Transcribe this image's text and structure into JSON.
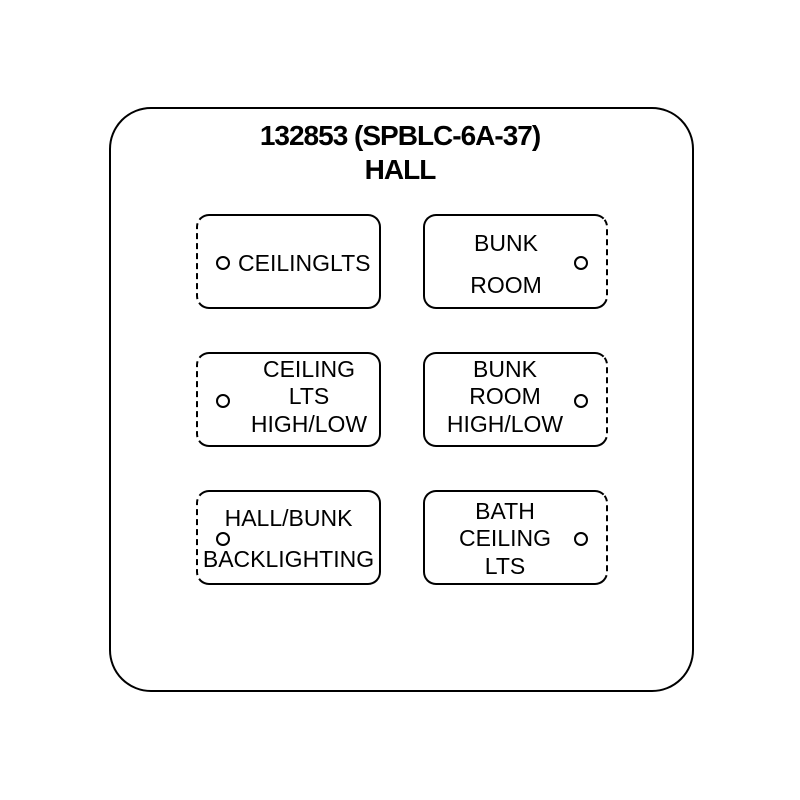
{
  "header": {
    "part_number": "132853 (SPBLC-6A-37)",
    "location": "HALL"
  },
  "buttons": [
    {
      "lines": [
        "CEILINGLTS"
      ],
      "lamp": "left"
    },
    {
      "lines": [
        "BUNK",
        "ROOM"
      ],
      "lamp": "right"
    },
    {
      "lines": [
        "CEILING",
        "LTS",
        "HIGH/LOW"
      ],
      "lamp": "left"
    },
    {
      "lines": [
        "BUNK",
        "ROOM",
        "HIGH/LOW"
      ],
      "lamp": "right"
    },
    {
      "lines": [
        "HALL/BUNK",
        "BACKLIGHTING"
      ],
      "lamp": "left"
    },
    {
      "lines": [
        "BATH",
        "CEILING",
        "LTS"
      ],
      "lamp": "right"
    }
  ],
  "colors": {
    "line": "#000000",
    "background": "#ffffff"
  },
  "icons": {
    "indicator": "indicator-lamp-icon"
  }
}
